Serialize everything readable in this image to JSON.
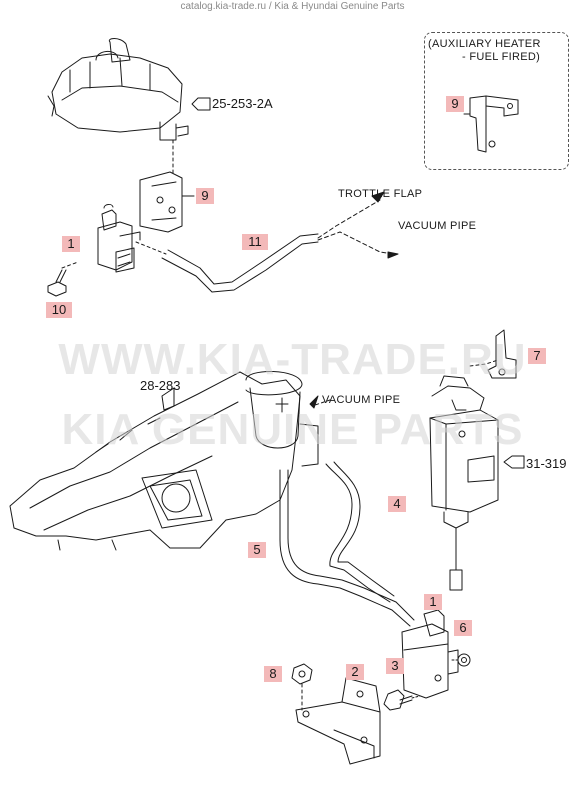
{
  "header": "catalog.kia-trade.ru / Kia & Hyundai Genuine Parts",
  "watermark": [
    "WWW.KIA-TRADE.RU",
    "KIA GENUINE PARTS"
  ],
  "aux_box": {
    "line1": "(AUXILIARY HEATER",
    "line2": "- FUEL FIRED)"
  },
  "callouts": {
    "p9_aux": "9",
    "p9": "9",
    "p1_top": "1",
    "p10": "10",
    "p11": "11",
    "p7": "7",
    "p4": "4",
    "p5": "5",
    "p1_bottom": "1",
    "p6": "6",
    "p8": "8",
    "p2": "2",
    "p3": "3"
  },
  "references": {
    "r1": "25-253-2A",
    "r2": "28-283",
    "r3": "31-319"
  },
  "notes": {
    "trottle_flap": "TROTTLE FLAP",
    "vacuum_pipe_top": "VACUUM PIPE",
    "vacuum_pipe_mid": "VACUUM PIPE"
  },
  "colors": {
    "callout_bg": "#f3b9b9",
    "line": "#1a1a1a",
    "watermark": "#d4d4d4"
  }
}
